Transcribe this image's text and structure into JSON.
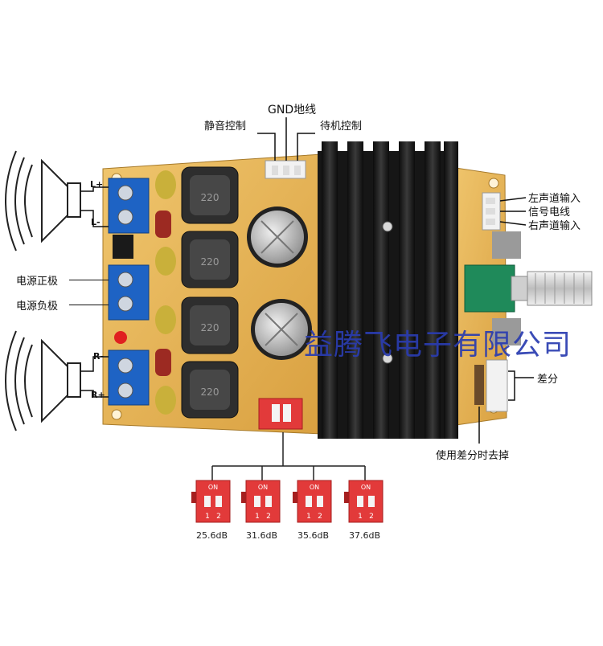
{
  "top_labels": {
    "gnd": "GND地线",
    "mute": "静音控制",
    "standby": "待机控制"
  },
  "right_labels": {
    "left_input": "左声道输入",
    "signal_gnd": "信号电线",
    "right_input": "右声道输入",
    "differential": "差分",
    "remove_for_diff": "使用差分时去掉"
  },
  "left_labels": {
    "power_pos": "电源正极",
    "power_neg": "电源负极"
  },
  "terminal_labels": {
    "l_plus": "L+",
    "l_minus": "L-",
    "r_minus": "R-",
    "r_plus": "R+"
  },
  "inductor_marks": [
    "220",
    "220",
    "220",
    "220"
  ],
  "dip_switches": [
    {
      "on": "ON",
      "pos1": "1",
      "pos2": "2",
      "gain": "25.6dB"
    },
    {
      "on": "ON",
      "pos1": "1",
      "pos2": "2",
      "gain": "31.6dB"
    },
    {
      "on": "ON",
      "pos1": "1",
      "pos2": "2",
      "gain": "35.6dB"
    },
    {
      "on": "ON",
      "pos1": "1",
      "pos2": "2",
      "gain": "37.6dB"
    }
  ],
  "watermark": "益腾飞电子有限公司",
  "colors": {
    "pcb": "#e8b65a",
    "heatsink": "#1b1b1b",
    "terminal": "#1e63c4",
    "dip_red": "#e23a3a",
    "watermark": "#2a3cb0"
  }
}
